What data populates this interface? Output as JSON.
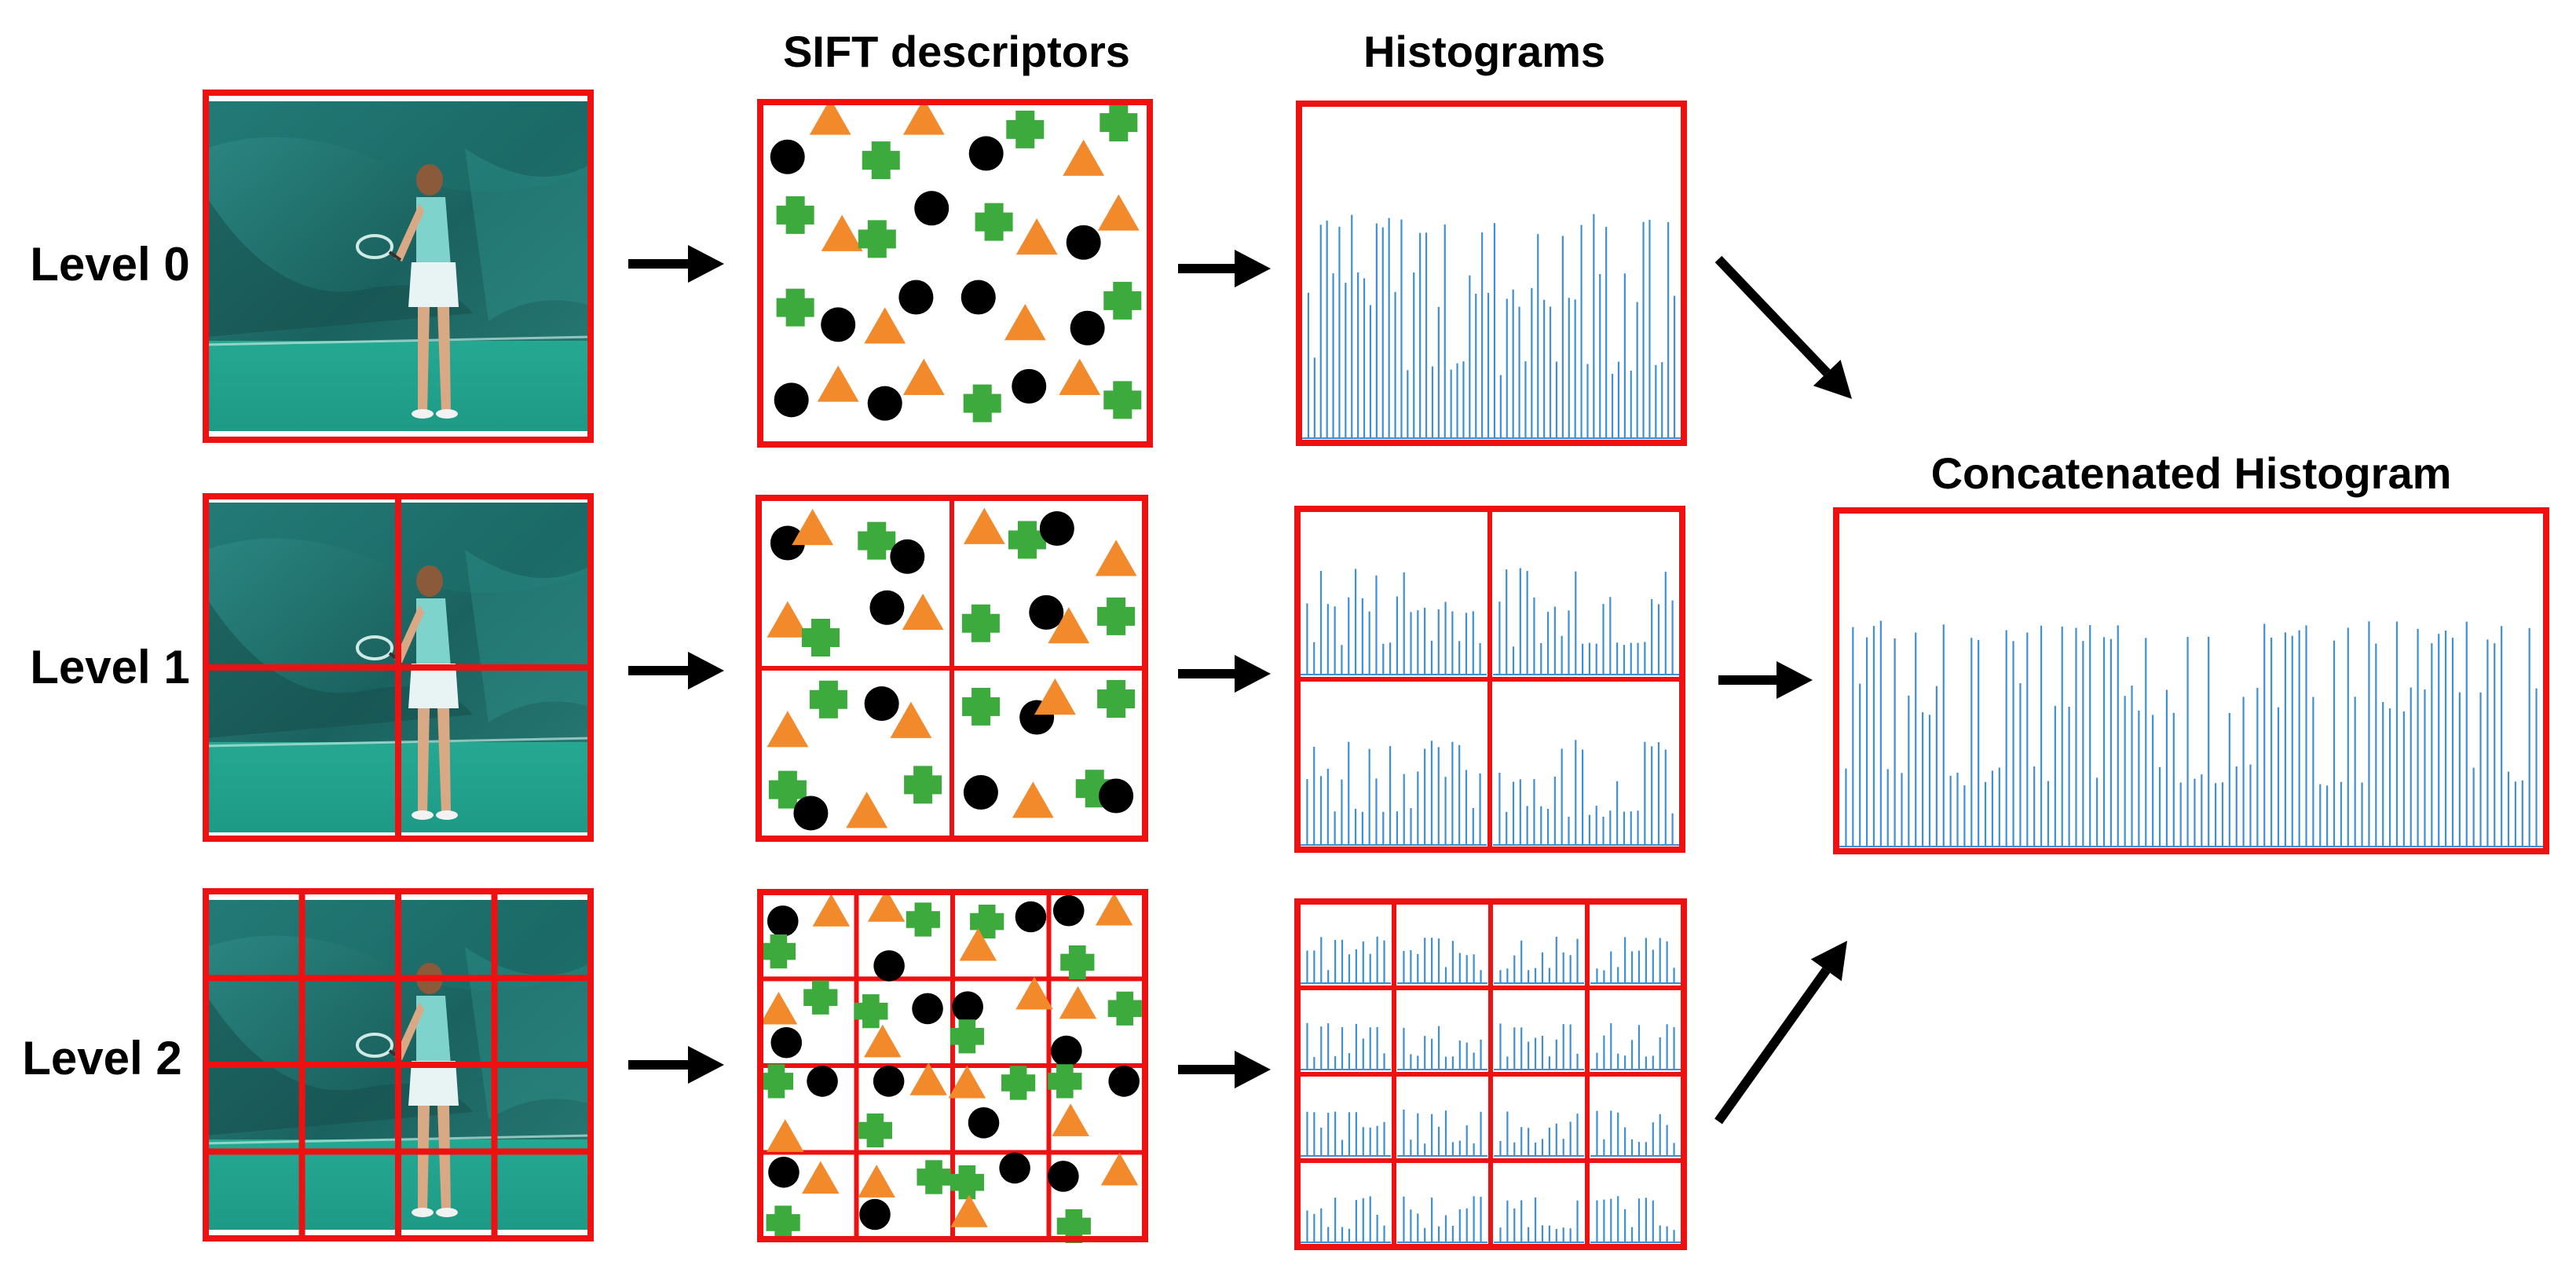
{
  "headers": {
    "sift": "SIFT descriptors",
    "histograms": "Histograms",
    "concatenated": "Concatenated Histogram"
  },
  "levels": [
    {
      "label": "Level 0",
      "grid": 1
    },
    {
      "label": "Level 1",
      "grid": 2
    },
    {
      "label": "Level 2",
      "grid": 4
    }
  ],
  "colors": {
    "frame": "#ee1111",
    "histogram_bar": "#3d8fd6",
    "arrow": "#000000",
    "marker_black": "#000000",
    "marker_orange": "#f28a2c",
    "marker_green": "#3caa3c",
    "scene_wall": "#1f6e6b",
    "scene_floor": "#23a28e"
  },
  "icons": {
    "descriptor_markers": [
      "black-circle-icon",
      "orange-triangle-icon",
      "green-plus-icon"
    ],
    "flow": "arrow-icon"
  }
}
